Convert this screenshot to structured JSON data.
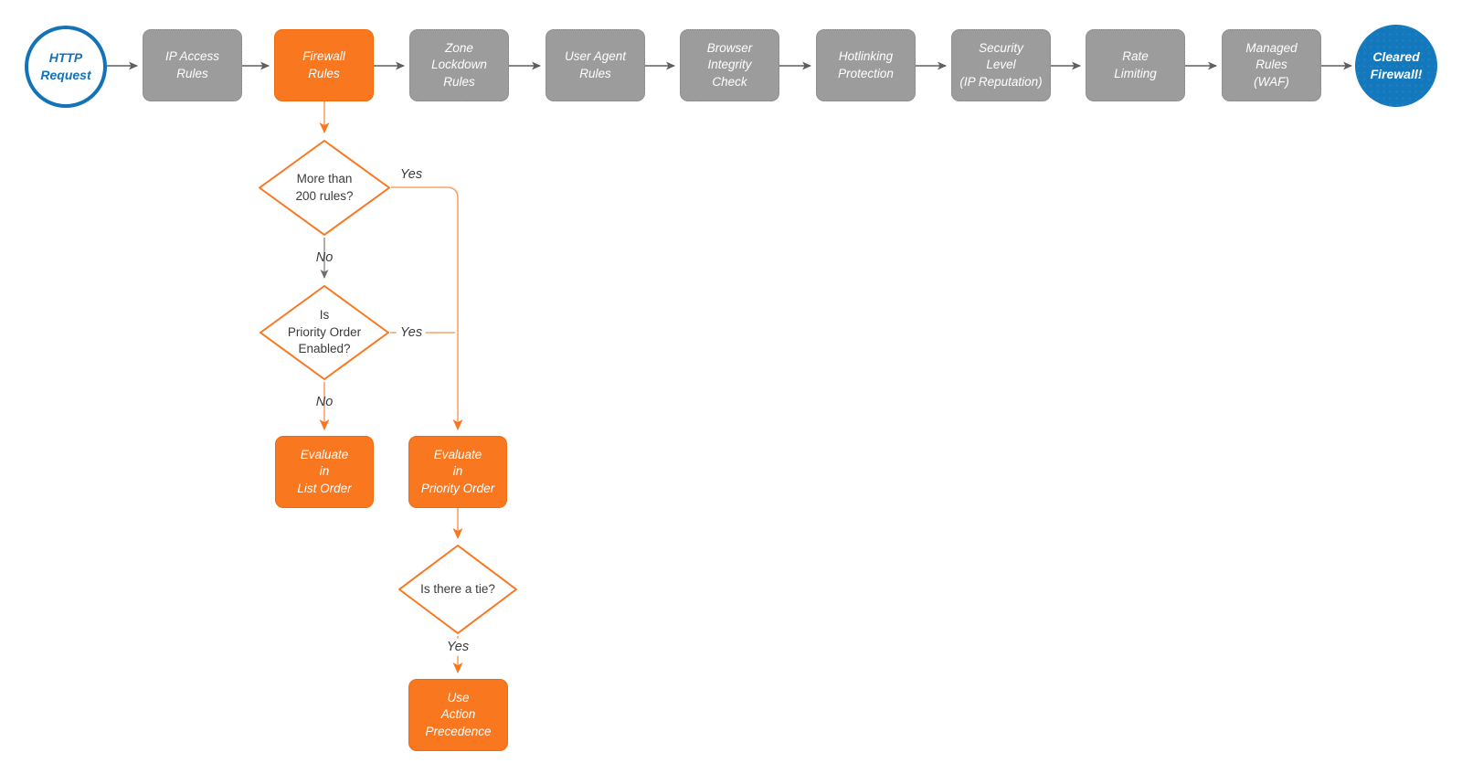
{
  "colors": {
    "accent_orange": "#F8771F",
    "pale_orange_line": "#F5A469",
    "node_gray": "#9C9C9C",
    "connector_gray": "#5E5E5E",
    "brand_blue": "#1273B8",
    "end_circle_blue": "#1478BD",
    "text_dark": "#3b3b3b",
    "box_text_white": "#ffffff"
  },
  "flow": {
    "start": {
      "label": "HTTP\nRequest",
      "type": "terminal"
    },
    "pipeline": [
      {
        "label": "IP Access\nRules",
        "variant": "gray"
      },
      {
        "label": "Firewall\nRules",
        "variant": "orange"
      },
      {
        "label": "Zone\nLockdown\nRules",
        "variant": "gray"
      },
      {
        "label": "User Agent\nRules",
        "variant": "gray"
      },
      {
        "label": "Browser\nIntegrity\nCheck",
        "variant": "gray"
      },
      {
        "label": "Hotlinking\nProtection",
        "variant": "gray"
      },
      {
        "label": "Security\nLevel\n(IP Reputation)",
        "variant": "gray"
      },
      {
        "label": "Rate\nLimiting",
        "variant": "gray"
      },
      {
        "label": "Managed\nRules\n(WAF)",
        "variant": "gray"
      }
    ],
    "end": {
      "label": "Cleared\nFirewall!",
      "type": "terminal"
    }
  },
  "branch": {
    "decision_200_rules": {
      "label": "More than\n200 rules?",
      "type": "decision"
    },
    "decision_priority_order": {
      "label": "Is\nPriority Order\nEnabled?",
      "type": "decision"
    },
    "decision_tie": {
      "label": "Is there a tie?",
      "type": "decision"
    },
    "evaluate_list_order": {
      "label": "Evaluate\nin\nList Order",
      "type": "process"
    },
    "evaluate_priority_order": {
      "label": "Evaluate\nin\nPriority Order",
      "type": "process"
    },
    "use_action_precedence": {
      "label": "Use\nAction\nPrecedence",
      "type": "process"
    }
  },
  "edge_labels": {
    "d1_yes": "Yes",
    "d1_no": "No",
    "d2_yes": "Yes",
    "d2_no": "No",
    "d3_yes": "Yes"
  },
  "edges": [
    {
      "from": "HTTP Request",
      "to": "IP Access Rules"
    },
    {
      "from": "IP Access Rules",
      "to": "Firewall Rules"
    },
    {
      "from": "Firewall Rules",
      "to": "Zone Lockdown Rules"
    },
    {
      "from": "Zone Lockdown Rules",
      "to": "User Agent Rules"
    },
    {
      "from": "User Agent Rules",
      "to": "Browser Integrity Check"
    },
    {
      "from": "Browser Integrity Check",
      "to": "Hotlinking Protection"
    },
    {
      "from": "Hotlinking Protection",
      "to": "Security Level (IP Reputation)"
    },
    {
      "from": "Security Level (IP Reputation)",
      "to": "Rate Limiting"
    },
    {
      "from": "Rate Limiting",
      "to": "Managed Rules (WAF)"
    },
    {
      "from": "Managed Rules (WAF)",
      "to": "Cleared Firewall!"
    },
    {
      "from": "Firewall Rules",
      "to": "More than 200 rules?"
    },
    {
      "from": "More than 200 rules?",
      "to": "Evaluate in Priority Order",
      "label": "Yes"
    },
    {
      "from": "More than 200 rules?",
      "to": "Is Priority Order Enabled?",
      "label": "No"
    },
    {
      "from": "Is Priority Order Enabled?",
      "to": "Evaluate in Priority Order",
      "label": "Yes"
    },
    {
      "from": "Is Priority Order Enabled?",
      "to": "Evaluate in List Order",
      "label": "No"
    },
    {
      "from": "Evaluate in Priority Order",
      "to": "Is there a tie?"
    },
    {
      "from": "Is there a tie?",
      "to": "Use Action Precedence",
      "label": "Yes"
    }
  ]
}
